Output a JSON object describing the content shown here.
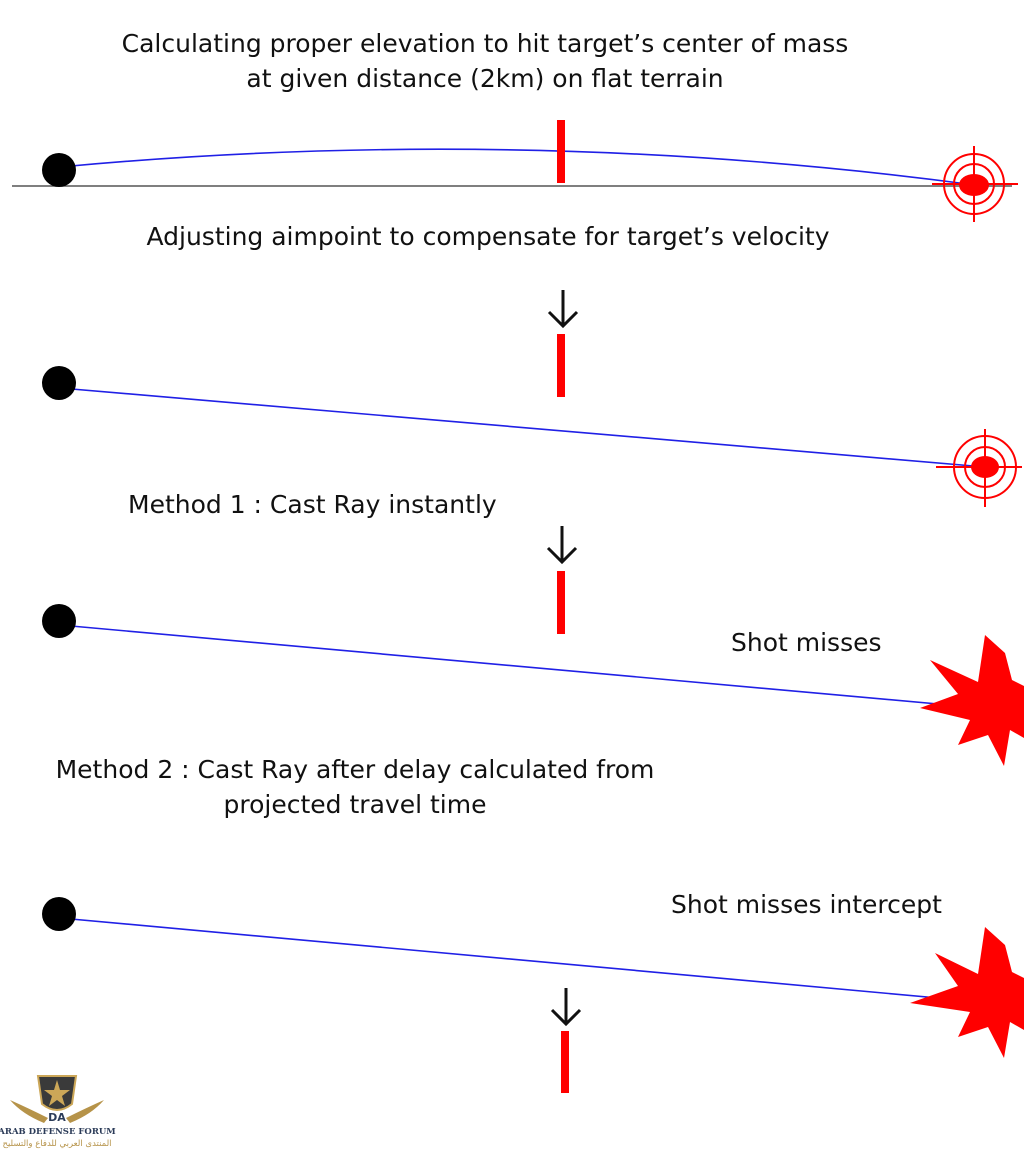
{
  "title": {
    "line1": "Calculating proper elevation to hit target’s center of mass",
    "line2": "at given distance (2km) on flat terrain"
  },
  "step2": {
    "caption": "Adjusting aimpoint to compensate for target’s velocity"
  },
  "step3": {
    "caption": "Method 1 : Cast Ray instantly",
    "note": "Shot misses"
  },
  "step4": {
    "caption_line1": "Method 2 : Cast Ray after delay calculated from",
    "caption_line2": "projected travel time",
    "note": "Shot misses intercept"
  },
  "watermark": {
    "name": "ARAB DEFENSE FORUM",
    "arabic_name": "المنتدى العربي للدفاع والتسليح",
    "initials": "DA"
  },
  "colors": {
    "trajectory": "#2020e6",
    "target": "#ff0000",
    "shooter": "#000000",
    "ground": "#555555",
    "arrow": "#111111"
  }
}
